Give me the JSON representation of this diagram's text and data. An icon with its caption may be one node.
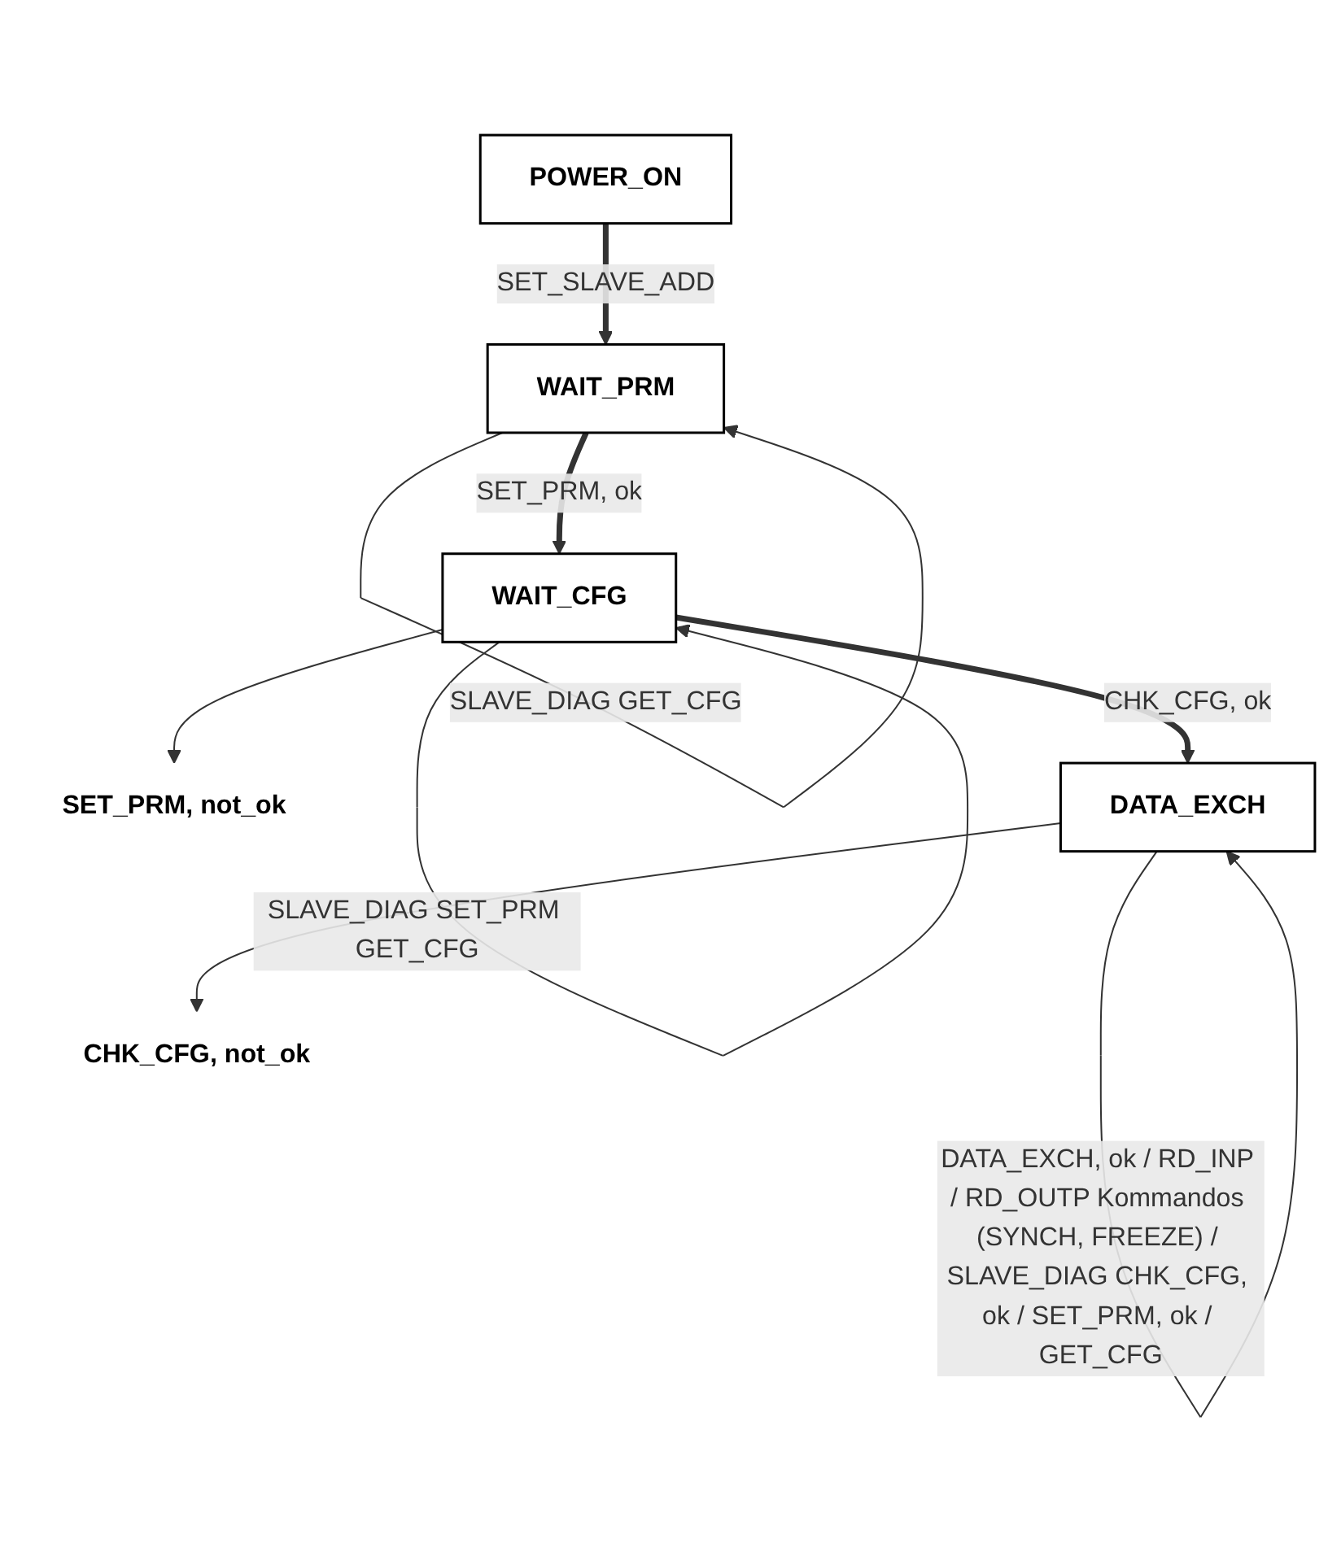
{
  "diagram": {
    "nodes": [
      {
        "text": [
          "POWER_ON"
        ]
      },
      {
        "text": [
          "WAIT_PRM"
        ]
      },
      {
        "text": [
          "SET_PRM, not_ok"
        ]
      },
      {
        "text": [
          "WAIT_CFG"
        ]
      },
      {
        "text": [
          "CHK_CFG, not_ok"
        ]
      },
      {
        "text": [
          "DATA_EXCH"
        ]
      }
    ],
    "edges": [
      {
        "from": 0,
        "to": 1,
        "arrow": "to",
        "label": "SET_SLAVE_ADD",
        "style": "thick"
      },
      {
        "from": 1,
        "to": 1,
        "arrow": "to",
        "label": "SLAVE_DIAG GET_CFG"
      },
      {
        "from": 1,
        "to": 3,
        "arrow": "to",
        "label": "SET_PRM, ok",
        "style": "thick"
      },
      {
        "from": 3,
        "to": 3,
        "arrow": "to",
        "label": "SLAVE_DIAG SET_PRM GET_CFG"
      },
      {
        "from": 3,
        "to": 2,
        "arrow": "to"
      },
      {
        "from": 3,
        "to": 5,
        "arrow": "to",
        "label": "CHK_CFG, ok",
        "style": "thick"
      },
      {
        "from": 5,
        "to": 4,
        "arrow": "to"
      },
      {
        "from": 5,
        "to": 5,
        "arrow": "to",
        "label": "DATA_EXCH, ok / RD_INP / RD_OUTP Kommandos (SYNCH, FREEZE) / SLAVE_DIAG CHK_CFG, ok / SET_PRM, ok / GET_CFG"
      }
    ]
  }
}
